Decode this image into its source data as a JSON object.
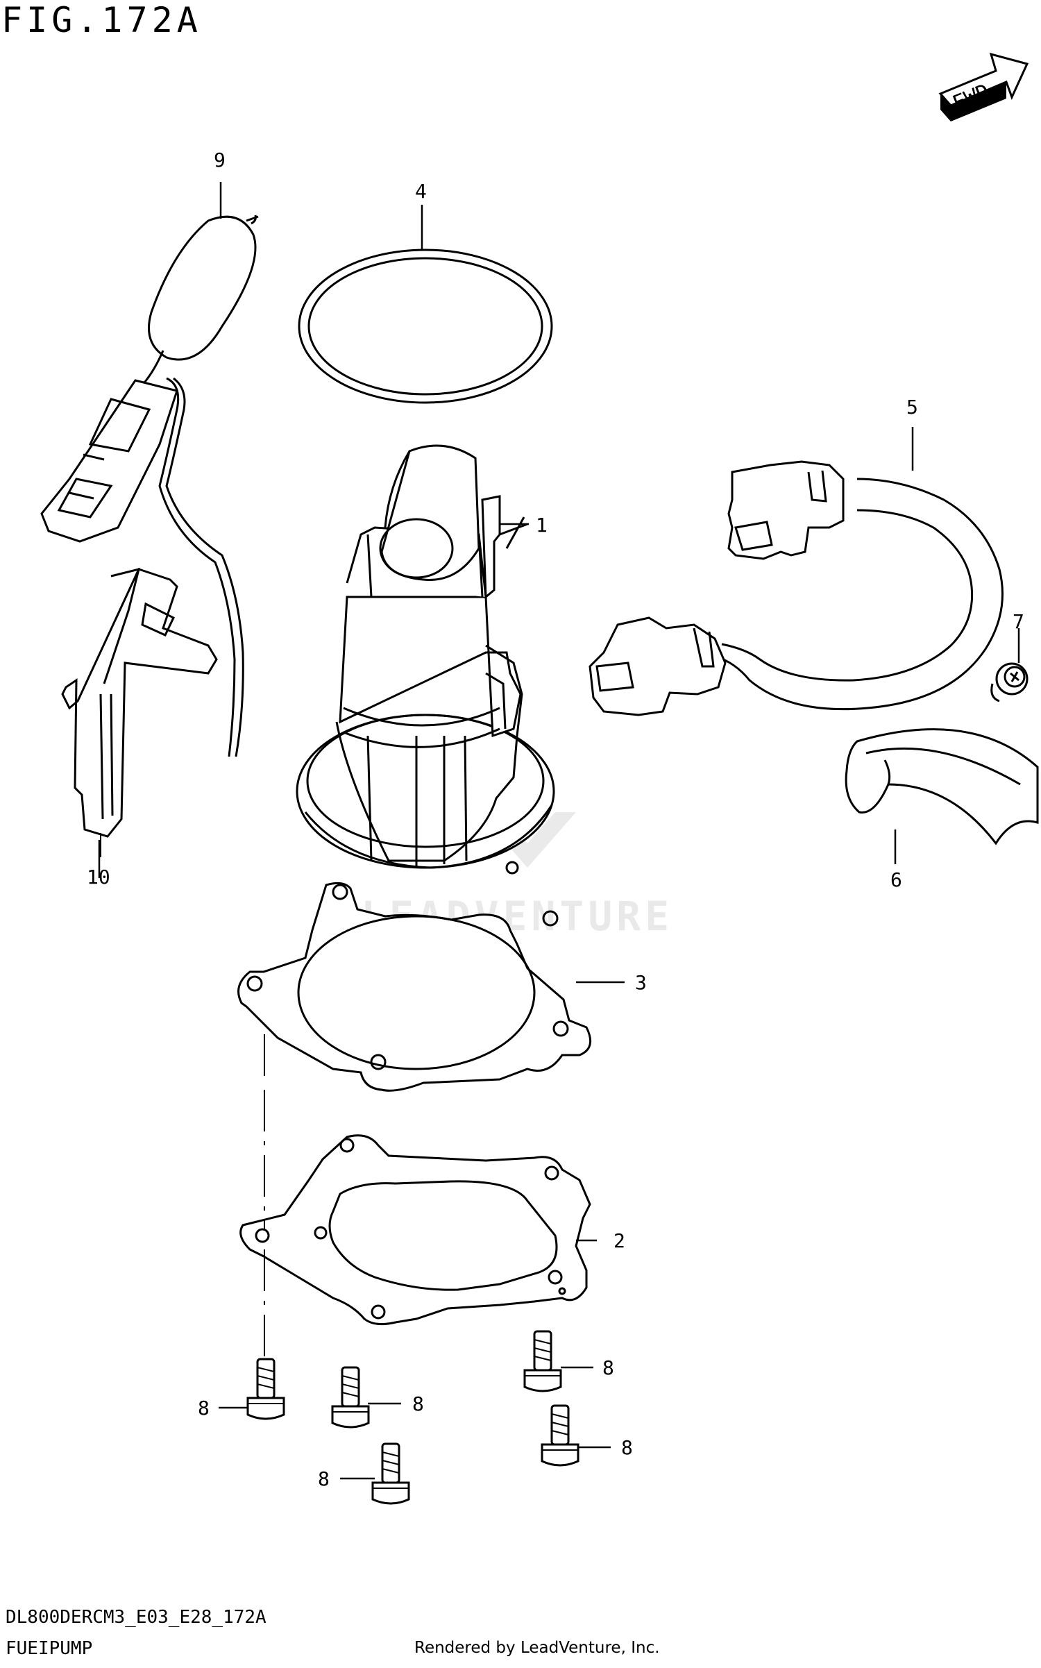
{
  "figure": {
    "title": "FIG.172A",
    "model_code": "DL800DERCM3_E03_E28_172A",
    "section_name": "FUEIPUMP",
    "credit": "Rendered by LeadVenture, Inc.",
    "fwd_label": "FWD"
  },
  "callouts": [
    {
      "id": "c1",
      "label": "1"
    },
    {
      "id": "c2",
      "label": "2"
    },
    {
      "id": "c3",
      "label": "3"
    },
    {
      "id": "c4",
      "label": "4"
    },
    {
      "id": "c5",
      "label": "5"
    },
    {
      "id": "c6",
      "label": "6"
    },
    {
      "id": "c7",
      "label": "7"
    },
    {
      "id": "c8a",
      "label": "8"
    },
    {
      "id": "c8b",
      "label": "8"
    },
    {
      "id": "c8c",
      "label": "8"
    },
    {
      "id": "c8d",
      "label": "8"
    },
    {
      "id": "c8e",
      "label": "8"
    },
    {
      "id": "c9",
      "label": "9"
    },
    {
      "id": "c10",
      "label": "10"
    }
  ]
}
